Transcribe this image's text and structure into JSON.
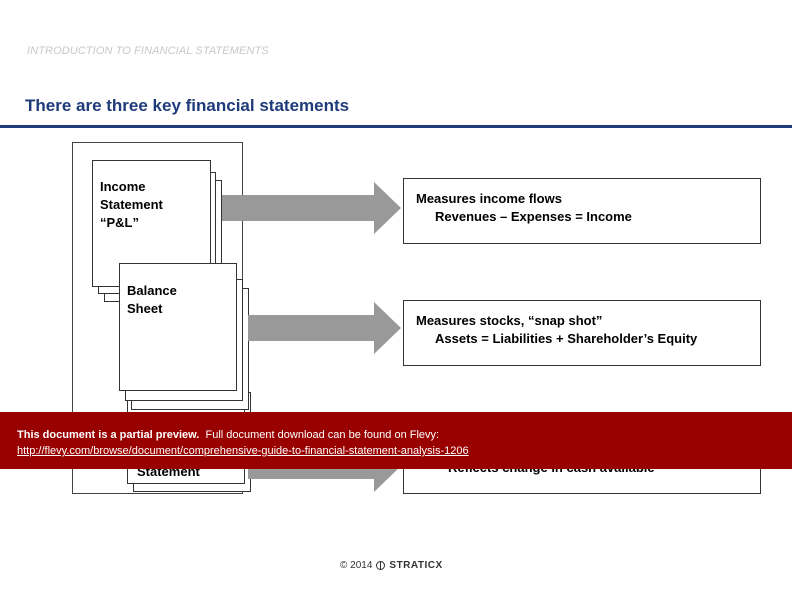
{
  "header": {
    "section": "INTRODUCTION TO FINANCIAL STATEMENTS",
    "title": "There are three key financial statements"
  },
  "statements": [
    {
      "label": "Income\nStatement\n“P&L”"
    },
    {
      "label": "Balance\nSheet"
    },
    {
      "label": "Statement"
    }
  ],
  "descriptions": [
    {
      "title": "Measures income flows",
      "detail": "Revenues – Expenses = Income"
    },
    {
      "title": "Measures stocks, “snap shot”",
      "detail": "Assets = Liabilities + Shareholder’s Equity"
    },
    {
      "title": "",
      "detail": "Reflects change in cash available"
    }
  ],
  "banner": {
    "strong": "This document is a partial preview.",
    "text": "Full document download can be found on Flevy:",
    "link": "http://flevy.com/browse/document/comprehensive-guide-to-financial-statement-analysis-1206"
  },
  "footer": {
    "copyright": "© 2014",
    "brand": "STRATICX"
  },
  "colors": {
    "title": "#1f3b7a",
    "banner": "#990000",
    "arrow": "#999999"
  }
}
